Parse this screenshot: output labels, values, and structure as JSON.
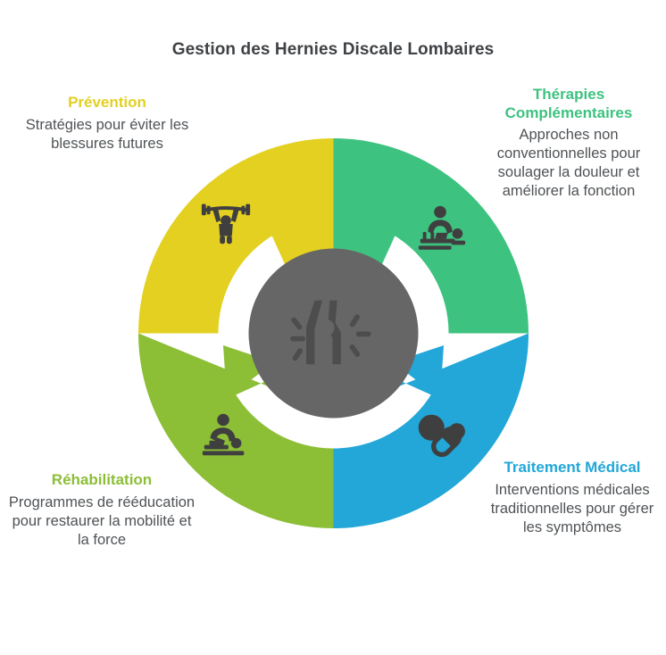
{
  "title": "Gestion des Hernies Discale Lombaires",
  "theme": {
    "background": "#ffffff",
    "title_color": "#3f4245",
    "body_text_color": "#4f5356",
    "center_circle_color": "#666666",
    "center_icon_color": "#4d4d4d",
    "segment_icon_color": "#3f3f3f"
  },
  "chart_data": {
    "type": "pie",
    "title": "Gestion des Hernies Discale Lombaires",
    "subtype": "donut-cycle",
    "categories": [
      "Prévention",
      "Thérapies Complémentaires",
      "Traitement Médical",
      "Réhabilitation"
    ],
    "values": [
      25,
      25,
      25,
      25
    ],
    "colors": [
      "#e3d021",
      "#3ec280",
      "#22a7d8",
      "#8cbe36"
    ],
    "legend": "none",
    "grid": false
  },
  "segments": [
    {
      "id": "prevention",
      "title": "Prévention",
      "description": "Stratégies pour éviter les blessures futures",
      "color": "#e3d021",
      "icon": "weightlifter-icon",
      "position": "top-left"
    },
    {
      "id": "therapies",
      "title": "Thérapies Complémentaires",
      "description": "Approches non conventionnelles pour soulager la douleur et améliorer la fonction",
      "color": "#3ec280",
      "icon": "massage-therapy-icon",
      "position": "top-right"
    },
    {
      "id": "traitement",
      "title": "Traitement Médical",
      "description": "Interventions médicales traditionnelles pour gérer les symptômes",
      "color": "#22a7d8",
      "icon": "pills-icon",
      "position": "bottom-right"
    },
    {
      "id": "rehabilitation",
      "title": "Réhabilitation",
      "description": "Programmes de rééducation pour restaurer la mobilité et la force",
      "color": "#8cbe36",
      "icon": "physiotherapy-icon",
      "position": "bottom-left"
    }
  ],
  "center": {
    "icon": "spine-pain-icon",
    "circle_color": "#666666"
  }
}
